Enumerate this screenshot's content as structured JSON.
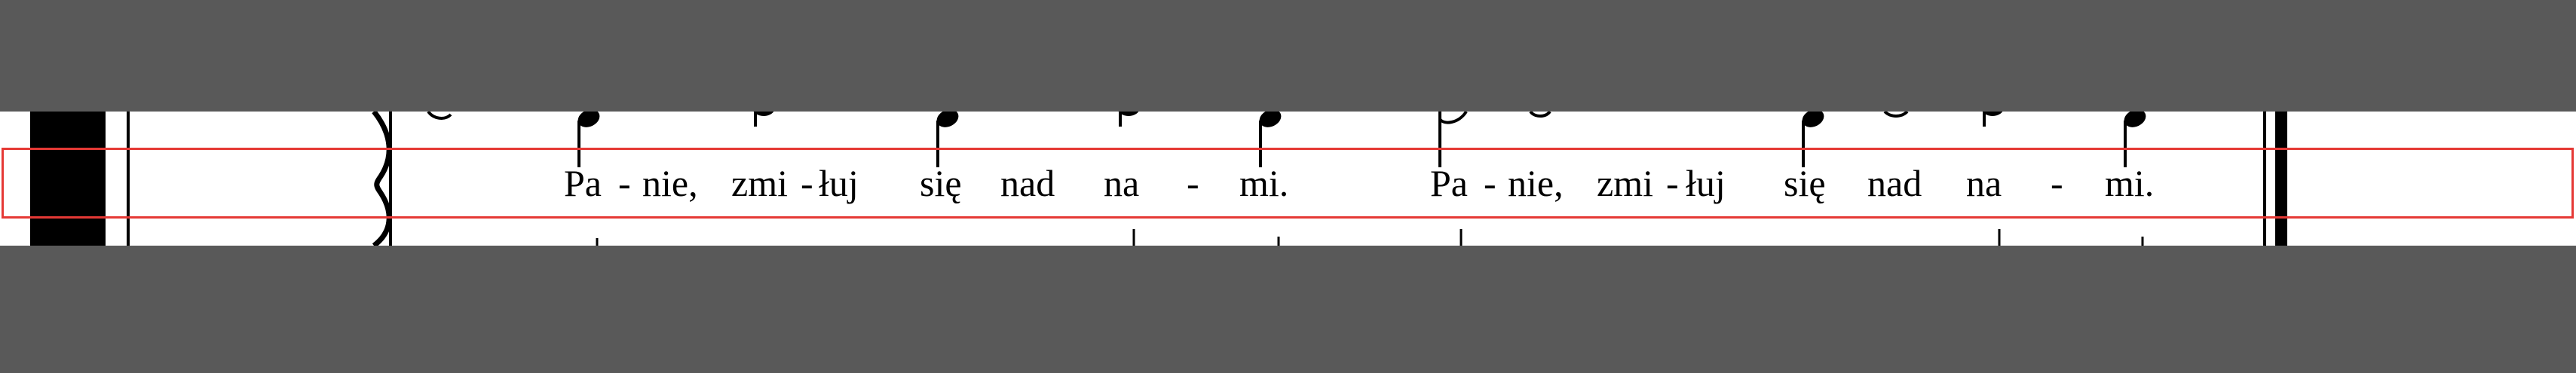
{
  "lyrics": {
    "p1_1": "Pa",
    "d1_1": "-",
    "p1_2": "nie,",
    "p1_3": "zmi",
    "d1_2": "-",
    "p1_4": "łuj",
    "p1_5": "się",
    "p1_6": "nad",
    "p1_7": "na",
    "d1_3": "-",
    "p1_8": "mi.",
    "p2_1": "Pa",
    "d2_1": "-",
    "p2_2": "nie,",
    "p2_3": "zmi",
    "d2_2": "-",
    "p2_4": "łuj",
    "p2_5": "się",
    "p2_6": "nad",
    "p2_7": "na",
    "d2_3": "-",
    "p2_8": "mi."
  },
  "colors": {
    "background": "#595959",
    "page": "#ffffff",
    "ink": "#000000",
    "highlight": "#e53935"
  }
}
